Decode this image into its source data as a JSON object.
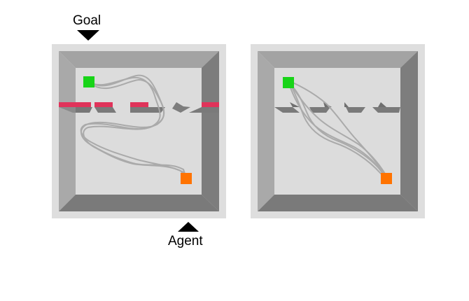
{
  "labels": {
    "goal": "Goal",
    "agent": "Agent"
  },
  "colors": {
    "background": "#ffffff",
    "outer_frame": "#dedede",
    "wall_light": "#a3a3a3",
    "wall_dark": "#7a7a7a",
    "floor": "#dcdcdc",
    "goal_marker": "#18d418",
    "agent_marker": "#ff7300",
    "red_barrier": "#e0335a",
    "grey_barrier": "#6f6f6f",
    "trajectory": "#a8a8a8",
    "arrow": "#000000"
  },
  "panels": [
    {
      "id": "left",
      "barrier_color": "red",
      "trajectory_count": 3
    },
    {
      "id": "right",
      "barrier_color": "grey",
      "trajectory_count": 5
    }
  ]
}
